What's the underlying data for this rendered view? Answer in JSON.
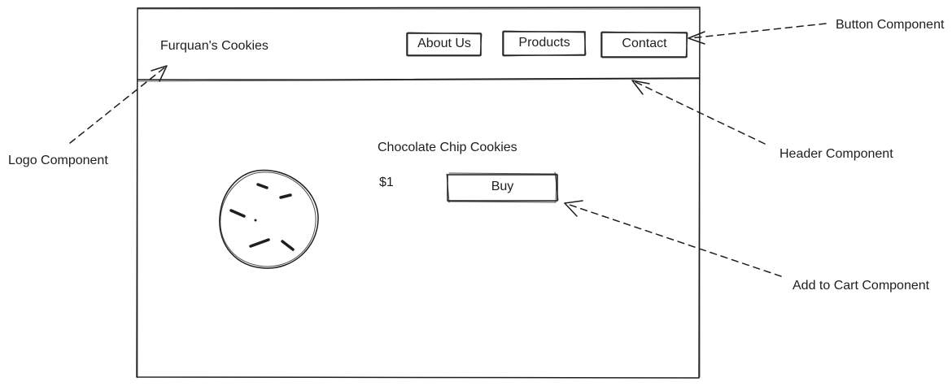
{
  "site": {
    "logo_text": "Furquan's Cookies",
    "nav": {
      "about": "About Us",
      "products": "Products",
      "contact": "Contact"
    }
  },
  "product": {
    "name": "Chocolate Chip Cookies",
    "price": "$1",
    "buy_label": "Buy",
    "image_icon": "cookie-icon"
  },
  "annotations": {
    "button": "Button Component",
    "header": "Header Component",
    "logo": "Logo Component",
    "cart": "Add to Cart Component"
  },
  "colors": {
    "stroke": "#1e1e1e",
    "background": "#ffffff"
  }
}
